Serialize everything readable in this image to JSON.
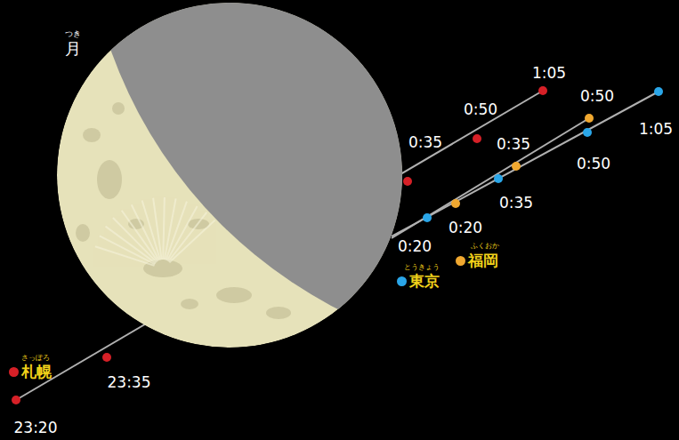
{
  "diagram": {
    "nodes": [
      {
        "text": [
          "月"
        ]
      }
    ],
    "labels": [
      "つき",
      "1:05",
      "0:50",
      "0:50",
      "1:05",
      "0:35",
      "0:35",
      "0:50",
      "0:35",
      "0:20",
      "ふくおか",
      "0:20",
      "とうきょう",
      "さっぽろ",
      "23:35",
      "23:20"
    ],
    "legend": [
      {
        "text": "福岡",
        "color": "#f0a830"
      },
      {
        "text": "東京",
        "color": "#2aa6e8"
      },
      {
        "text": "札幌",
        "color": "#d62027"
      }
    ]
  }
}
